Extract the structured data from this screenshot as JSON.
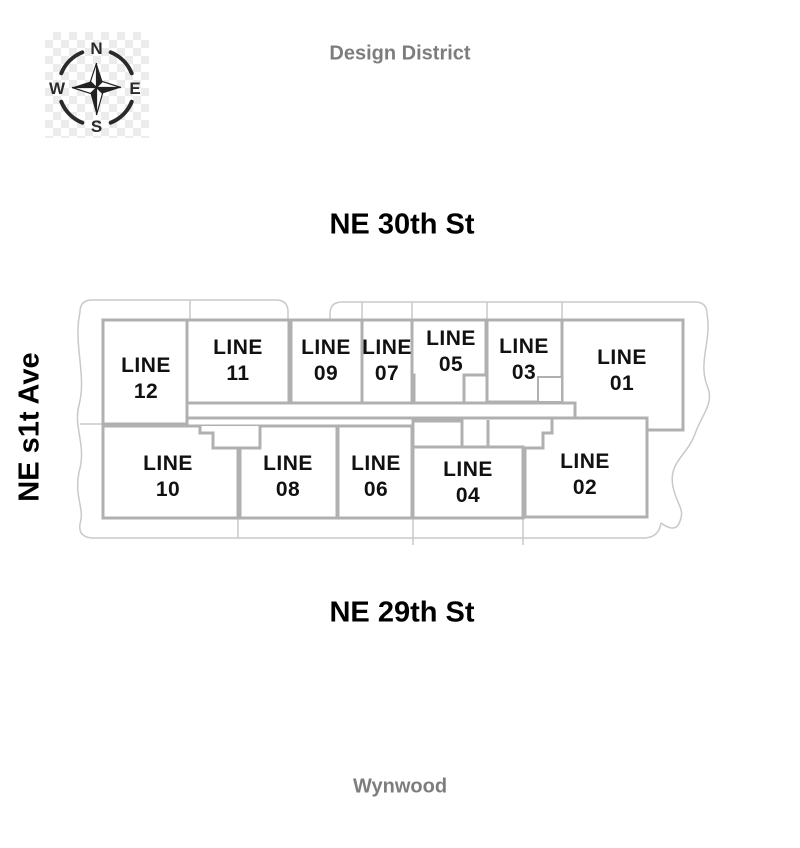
{
  "map": {
    "areas": {
      "north": "Design District",
      "south": "Wynwood"
    },
    "streets": {
      "north": "NE 30th St",
      "south": "NE 29th St",
      "west": "NE s1t Ave"
    },
    "compass": {
      "north": "N",
      "south": "S",
      "east": "E",
      "west": "W"
    },
    "units": [
      {
        "id": "line-12",
        "label": "LINE\n12"
      },
      {
        "id": "line-11",
        "label": "LINE\n11"
      },
      {
        "id": "line-09",
        "label": "LINE\n09"
      },
      {
        "id": "line-07",
        "label": "LINE\n07"
      },
      {
        "id": "line-05",
        "label": "LINE\n05"
      },
      {
        "id": "line-03",
        "label": "LINE\n03"
      },
      {
        "id": "line-01",
        "label": "LINE\n01"
      },
      {
        "id": "line-10",
        "label": "LINE\n10"
      },
      {
        "id": "line-08",
        "label": "LINE\n08"
      },
      {
        "id": "line-06",
        "label": "LINE\n06"
      },
      {
        "id": "line-04",
        "label": "LINE\n04"
      },
      {
        "id": "line-02",
        "label": "LINE\n02"
      }
    ],
    "colors": {
      "area_text": "#7d7d7d",
      "street_text": "#000000",
      "unit_text": "#111111",
      "unit_border": "#b0b0b0",
      "parcel_outline": "#c9c9c9",
      "compass_ink": "#2a2a2a"
    }
  }
}
